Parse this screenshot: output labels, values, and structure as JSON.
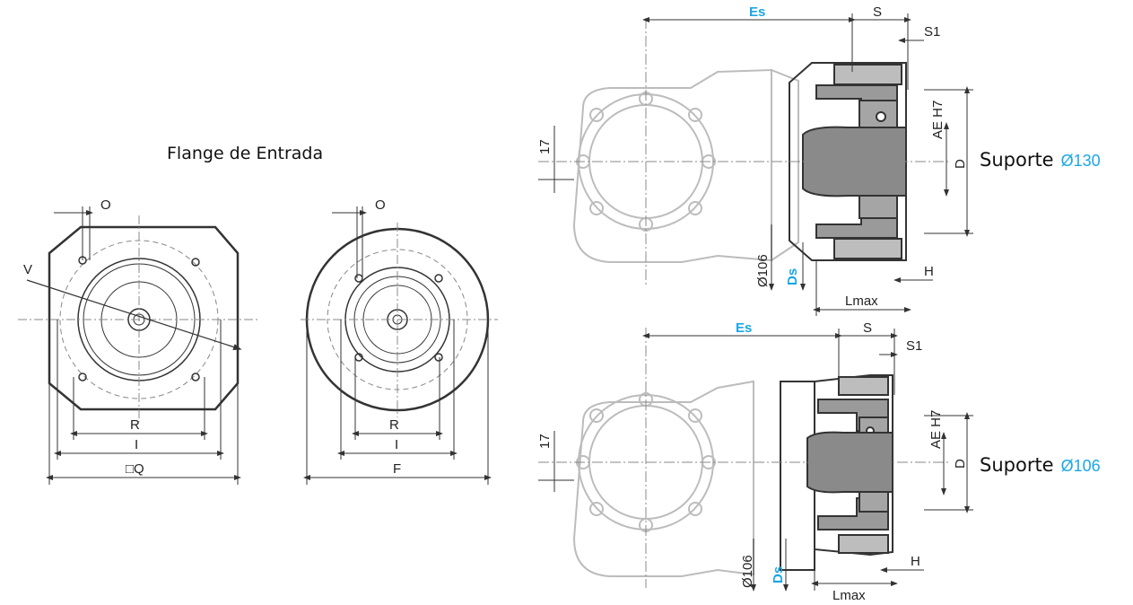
{
  "flange_title": "Flange de Entrada",
  "colors": {
    "accent": "#1aa6e8",
    "line": "#333333",
    "ghost": "#bcbcbc"
  },
  "square_flange": {
    "O": "O",
    "V": "V",
    "R": "R",
    "I": "I",
    "Q": "□Q"
  },
  "round_flange": {
    "O": "O",
    "R": "R",
    "I": "I",
    "F": "F"
  },
  "support_130": {
    "label": "Suporte",
    "size": "Ø130",
    "Es": "Es",
    "S": "S",
    "S1": "S1",
    "AE": "AE H7",
    "D": "D",
    "dim17": "17",
    "dia106": "Ø106",
    "Ds": "Ds",
    "H": "H",
    "Lmax": "Lmax"
  },
  "support_106": {
    "label": "Suporte",
    "size": "Ø106",
    "Es": "Es",
    "S": "S",
    "S1": "S1",
    "AE": "AE H7",
    "D": "D",
    "dim17": "17",
    "dia106": "Ø106",
    "Ds": "Ds",
    "H": "H",
    "Lmax": "Lmax"
  }
}
